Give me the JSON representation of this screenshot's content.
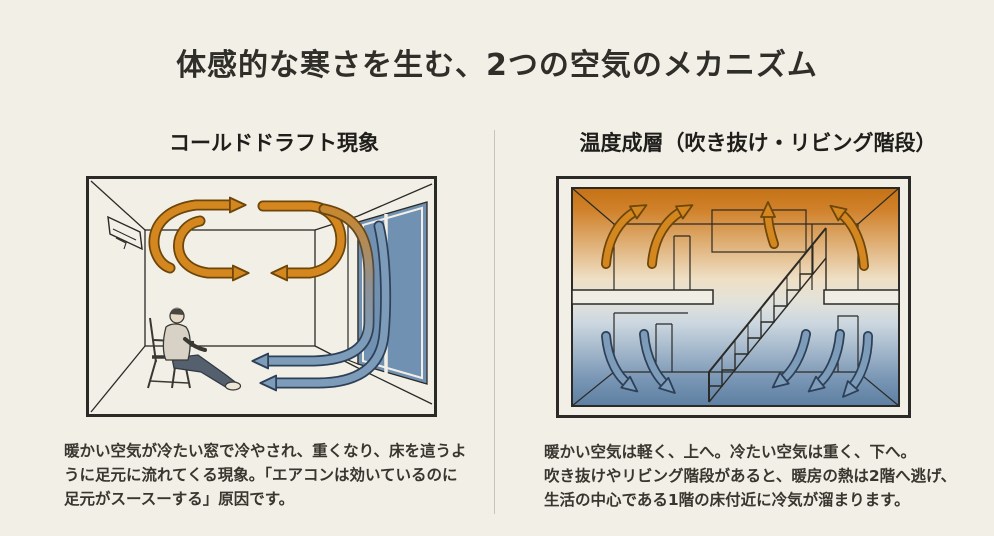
{
  "title": "体感的な寒さを生む、2つの空気のメカニズム",
  "panels": {
    "left": {
      "heading": "コールドドラフト現象",
      "description_lines": [
        "暖かい空気が冷たい窓で冷やされ、重くなり、床を這うよ",
        "うに足元に流れてくる現象。「エアコンは効いているのに",
        "足元がスースーする」原因です。"
      ],
      "diagram_scene": "room-side-view-with-aircon-person-window",
      "diagram_elements": [
        "air-conditioner",
        "warm-air-loop-arrows",
        "cold-window",
        "cold-air-floor-arrows",
        "seated-person"
      ]
    },
    "right": {
      "heading": "温度成層（吹き抜け・リビング階段）",
      "description_lines": [
        "暖かい空気は軽く、上へ。冷たい空気は重く、下へ。",
        "吹き抜けやリビング階段があると、暖房の熱は2階へ逃げ、",
        "生活の中心である1階の床付近に冷気が溜まります。"
      ],
      "diagram_scene": "two-story-cross-section-with-staircase",
      "diagram_elements": [
        "second-floor-warm-zone",
        "rising-warm-arrows",
        "staircase",
        "first-floor-cold-zone",
        "sinking-cold-arrows"
      ]
    }
  },
  "colors": {
    "background": "#f2efe7",
    "text": "#33322c",
    "warm_air": "#d4861f",
    "warm_outline": "#6d4609",
    "cold_air": "#7c9cba",
    "cold_outline": "#2e4057",
    "window_glass": "#7191b3",
    "frame": "#2b2a26"
  }
}
